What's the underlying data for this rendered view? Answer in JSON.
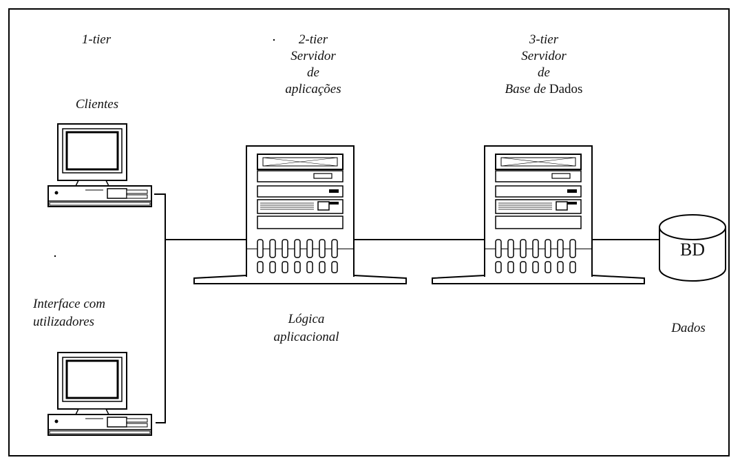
{
  "tiers": {
    "tier1": {
      "title": "1-tier",
      "subtitle": "Clientes"
    },
    "tier2": {
      "title": "2-tier",
      "line2": "Servidor",
      "line3": "de",
      "line4": "aplicações"
    },
    "tier3": {
      "title": "3-tier",
      "line2": "Servidor",
      "line3": "de",
      "line4_italic": "Base de",
      "line4_upright": "Dados"
    }
  },
  "labels": {
    "interface_line1": "Interface com",
    "interface_line2": "utilizadores",
    "logic_line1": "Lógica",
    "logic_line2": "aplicacional",
    "data": "Dados",
    "database": "BD"
  }
}
